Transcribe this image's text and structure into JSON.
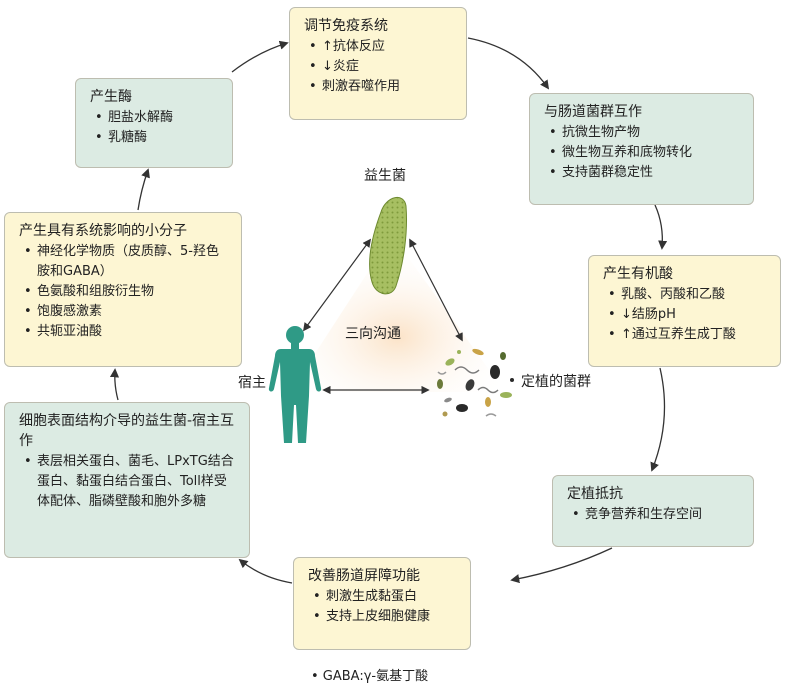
{
  "center": {
    "probiotic_label": "益生菌",
    "host_label": "宿主",
    "microbiota_label": "定植的菌群",
    "triangle_label": "三向沟通"
  },
  "boxes": {
    "immune": {
      "title": "调节免疫系统",
      "items": [
        "↑抗体反应",
        "↓炎症",
        "刺激吞噬作用"
      ]
    },
    "microbiota": {
      "title": "与肠道菌群互作",
      "items": [
        "抗微生物产物",
        "微生物互养和底物转化",
        "支持菌群稳定性"
      ]
    },
    "acids": {
      "title": "产生有机酸",
      "items": [
        "乳酸、丙酸和乙酸",
        "↓结肠pH",
        "↑通过互养生成丁酸"
      ]
    },
    "colonization": {
      "title": "定植抵抗",
      "items": [
        "竞争营养和生存空间"
      ]
    },
    "barrier": {
      "title": "改善肠道屏障功能",
      "items": [
        "刺激生成黏蛋白",
        "支持上皮细胞健康"
      ]
    },
    "surface": {
      "title": "细胞表面结构介导的益生菌-宿主互作",
      "items": [
        "表层相关蛋白、菌毛、LPxTG结合蛋白、黏蛋白结合蛋白、Toll样受体配体、脂磷壁酸和胞外多糖"
      ]
    },
    "molecules": {
      "title": "产生具有系统影响的小分子",
      "items": [
        "神经化学物质（皮质醇、5-羟色胺和GABA）",
        "色氨酸和组胺衍生物",
        "饱腹感激素",
        "共轭亚油酸"
      ]
    },
    "enzymes": {
      "title": "产生酶",
      "items": [
        "胆盐水解酶",
        "乳糖酶"
      ]
    }
  },
  "footnote": "• GABA:γ-氨基丁酸",
  "colors": {
    "yellow_box": "#fdf6d3",
    "green_box": "#dcebe3",
    "bacterium": "#9ab35a",
    "host": "#2f9a86"
  }
}
